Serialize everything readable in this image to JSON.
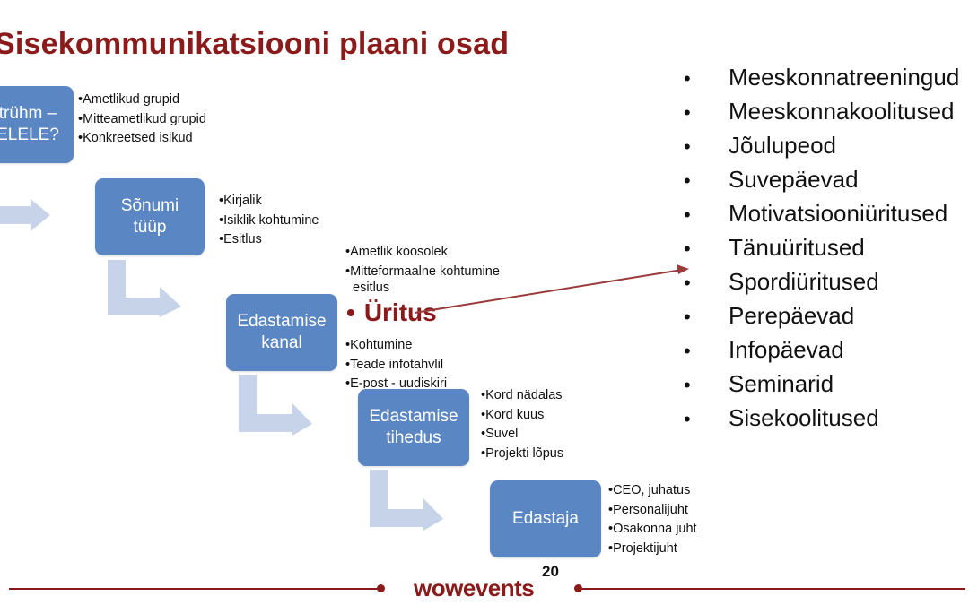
{
  "title": "Sisekommunikatsiooni plaani osad",
  "steps": [
    {
      "label": "trühm –\nELELE?",
      "items": [
        "Ametlikud grupid",
        "Mitteametlikud grupid",
        "Konkreetsed isikud"
      ]
    },
    {
      "label": "Sõnumi\ntüüp",
      "items": [
        "Kirjalik",
        "Isiklik kohtumine",
        "Esitlus"
      ]
    },
    {
      "label": "Edastamise\nkanal",
      "items_before": [
        "Ametlik koosolek",
        "Mitteformaalne kohtumine"
      ],
      "items_before_cont": "esitlus",
      "items_after": [
        "Kohtumine",
        "Teade infotahvlil",
        "E-post - uudiskiri"
      ]
    },
    {
      "label": "Edastamise\ntihedus",
      "items": [
        "Kord nädalas",
        "Kord kuus",
        "Suvel",
        "Projekti lõpus"
      ]
    },
    {
      "label": "Edastaja",
      "items": [
        "CEO, juhatus",
        "Personalijuht",
        "Osakonna juht",
        "Projektijuht"
      ]
    }
  ],
  "highlight": {
    "bullet": "•",
    "label": "Üritus"
  },
  "events": {
    "bullet": "•",
    "items": [
      "Meeskonnatreeningud",
      "Meeskonnakoolitused",
      "Jõulupeod",
      "Suvepäevad",
      "Motivatsiooniüritused",
      "Tänuüritused",
      "Spordiüritused",
      "Perepäevad",
      "Infopäevad",
      "Seminarid",
      "Sisekoolitused"
    ]
  },
  "footer": {
    "logo": "wowevents",
    "page_number": "20"
  },
  "colors": {
    "box": "#5b86c4",
    "arrow": "#c7d3e8",
    "accent": "#8b1a1a",
    "connector": "#9b3a3a"
  }
}
